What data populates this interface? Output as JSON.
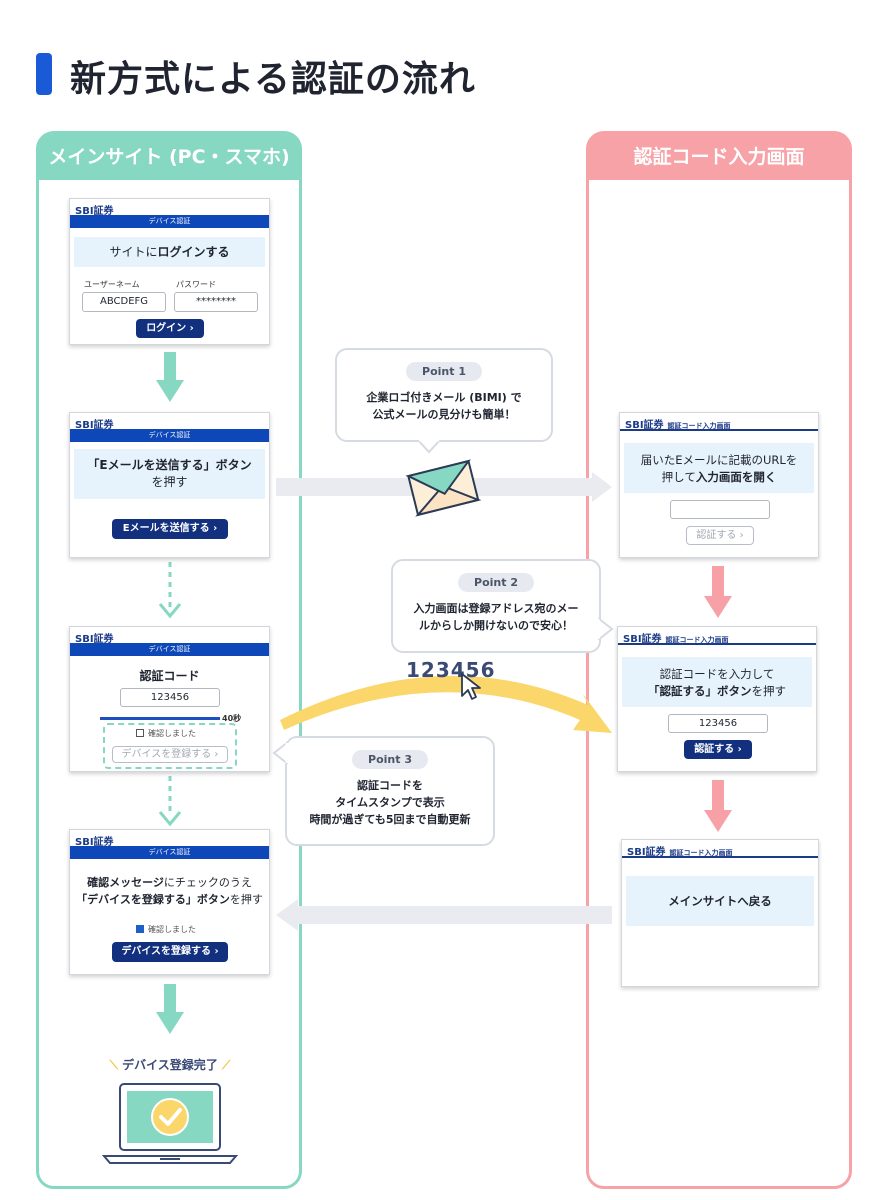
{
  "title": "新方式による認証の流れ",
  "colors": {
    "accent": "#1a5ad7",
    "left_lane": "#86d8c3",
    "right_lane": "#f6a2a6",
    "button": "#12307e",
    "yellow_arrow": "#fbd66a"
  },
  "lanes": {
    "left": "メインサイト (PC・スマホ)",
    "right": "認証コード入力画面"
  },
  "brand": "SBI証券",
  "device_auth_band": "デバイス認証",
  "code_entry_header": "認証コード入力画面",
  "step1": {
    "message_prefix": "サイトに",
    "message_bold": "ログインする",
    "username_label": "ユーザーネーム",
    "password_label": "パスワード",
    "username_value": "ABCDEFG",
    "password_value": "********",
    "button": "ログイン ›"
  },
  "step2": {
    "message_line1": "「Eメールを送信する」ボタン",
    "message_line2": "を押す",
    "button": "Eメールを送信する ›"
  },
  "step3": {
    "heading": "認証コード",
    "code": "123456",
    "timer": "40秒",
    "checkbox_label": "確認しました",
    "button": "デバイスを登録する ›"
  },
  "step4": {
    "line1_bold": "確認メッセージ",
    "line1_rest": "にチェックのうえ",
    "line2_bold": "「デバイスを登録する」ボタン",
    "line2_rest": "を押す",
    "checkbox_label": "確認しました",
    "button": "デバイスを登録する ›"
  },
  "complete": {
    "label": "デバイス登録完了"
  },
  "right1": {
    "line1": "届いたEメールに記載のURLを",
    "line2_plain": "押して",
    "line2_bold": "入力画面を開く",
    "button": "認証する ›"
  },
  "right2": {
    "line1": "認証コードを入力して",
    "line2_bold": "「認証する」ボタン",
    "line2_rest": "を押す",
    "code": "123456",
    "button": "認証する ›"
  },
  "right3": {
    "message": "メインサイトへ戻る"
  },
  "points": [
    {
      "label": "Point 1",
      "lines": [
        "企業ロゴ付きメール (BIMI) で",
        "公式メールの見分けも簡単！"
      ]
    },
    {
      "label": "Point 2",
      "lines": [
        "入力画面は登録アドレス宛のメー",
        "ルからしか開けないので安心！"
      ]
    },
    {
      "label": "Point 3",
      "lines": [
        "認証コードを",
        "タイムスタンプで表示",
        "時間が過ぎても5回まで自動更新"
      ]
    }
  ],
  "floating_code": "123456",
  "icons": [
    "envelope-icon",
    "cursor-icon",
    "laptop-check-icon",
    "sparkle-icon"
  ]
}
